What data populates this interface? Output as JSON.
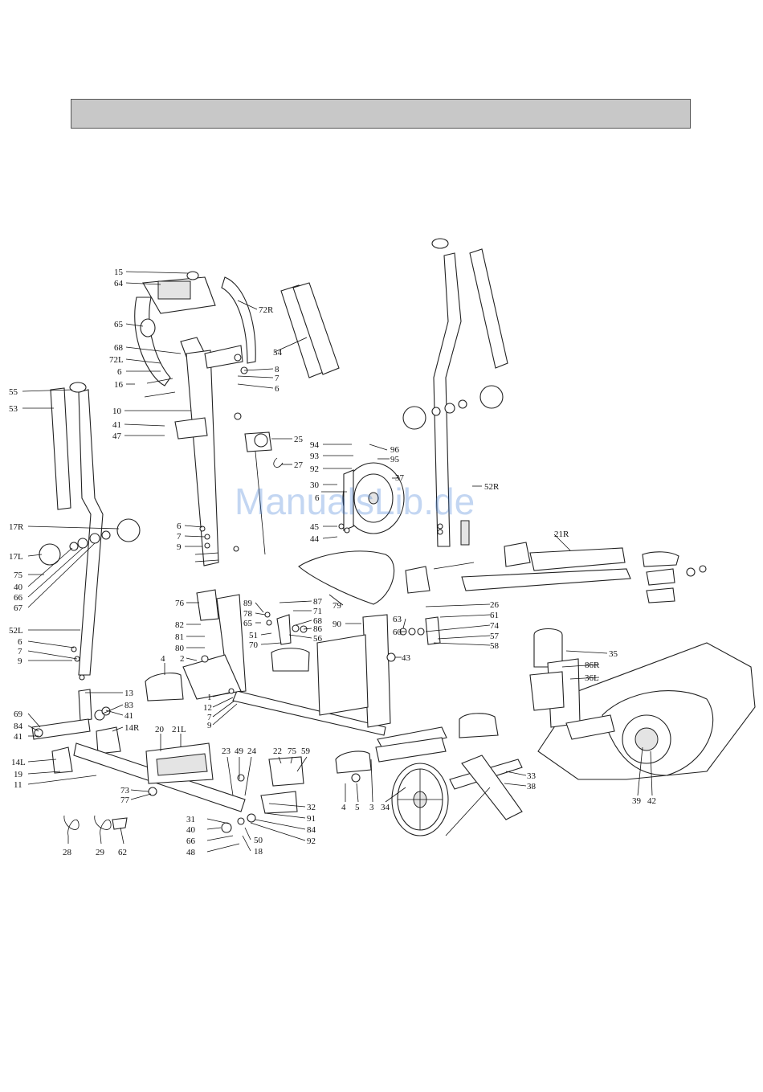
{
  "header": {
    "title": ""
  },
  "watermark": "ManualsLib.de",
  "labels": {
    "l15": "15",
    "l64": "64",
    "l72R": "72R",
    "l65": "65",
    "l68a": "68",
    "l72L": "72L",
    "l6a": "6",
    "l16": "16",
    "l8a": "8",
    "l7a": "7",
    "l6b": "6",
    "l54": "54",
    "l55": "55",
    "l53": "53",
    "l10": "10",
    "l41a": "41",
    "l47": "47",
    "l25": "25",
    "l27": "27",
    "l94": "94",
    "l93": "93",
    "l92a": "92",
    "l30": "30",
    "l6c": "6",
    "l96": "96",
    "l95": "95",
    "l37": "37",
    "l45": "45",
    "l44": "44",
    "l52R": "52R",
    "l17R": "17R",
    "l17L": "17L",
    "l75a": "75",
    "l40a": "40",
    "l66a": "66",
    "l67": "67",
    "l6d": "6",
    "l7b": "7",
    "l9a": "9",
    "l21R": "21R",
    "l76": "76",
    "l89": "89",
    "l87": "87",
    "l78": "78",
    "l71": "71",
    "l65b": "65",
    "l68b": "68",
    "l86": "86",
    "l51": "51",
    "l56": "56",
    "l70": "70",
    "l79": "79",
    "l90": "90",
    "l26": "26",
    "l63": "63",
    "l61": "61",
    "l60": "60",
    "l74": "74",
    "l57": "57",
    "l58": "58",
    "l82": "82",
    "l81": "81",
    "l80": "80",
    "l2": "2",
    "l4a": "4",
    "l43": "43",
    "l52L": "52L",
    "l6e": "6",
    "l7c": "7",
    "l9b": "9",
    "l35": "35",
    "l86R": "86R",
    "l36L": "36L",
    "l1": "1",
    "l12": "12",
    "l7d": "7",
    "l9c": "9",
    "l13": "13",
    "l69": "69",
    "l83": "83",
    "l84a": "84",
    "l41b": "41",
    "l41c": "41",
    "l14R": "14R",
    "l20": "20",
    "l21L": "21L",
    "l14L": "14L",
    "l19": "19",
    "l11": "11",
    "l23": "23",
    "l49": "49",
    "l24": "24",
    "l22": "22",
    "l75b": "75",
    "l59": "59",
    "l73": "73",
    "l77": "77",
    "l33": "33",
    "l38": "38",
    "l4b": "4",
    "l5": "5",
    "l3": "3",
    "l34": "34",
    "l39": "39",
    "l42": "42",
    "l32": "32",
    "l91": "91",
    "l84b": "84",
    "l92b": "92",
    "l31": "31",
    "l40b": "40",
    "l66b": "66",
    "l48": "48",
    "l50": "50",
    "l18": "18",
    "l28": "28",
    "l29": "29",
    "l62": "62"
  }
}
